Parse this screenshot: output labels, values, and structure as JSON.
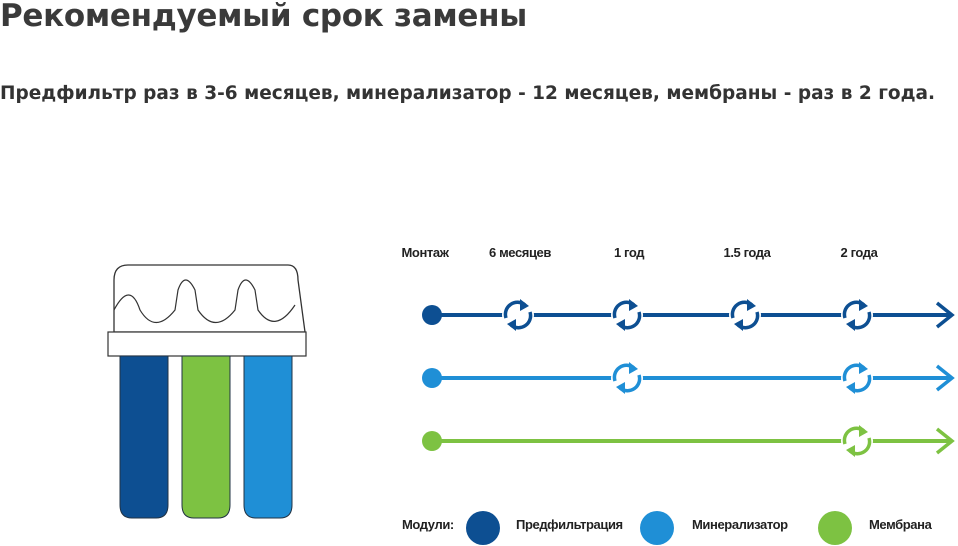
{
  "heading": "Рекомендуемый срок замены",
  "subtitle": "Предфильтр раз в 3-6 месяцев, минерализатор - 12 месяцев, мембраны - раз в 2 года.",
  "timeline": {
    "milestones": [
      "Монтаж",
      "6 месяцев",
      "1 год",
      "1.5 года",
      "2 года"
    ],
    "rows": [
      {
        "module": "Предфильтрация",
        "color": "#0d4f92",
        "replace_at": [
          1,
          2,
          3,
          4
        ]
      },
      {
        "module": "Минерализатор",
        "color": "#1f8fd6",
        "replace_at": [
          2,
          4
        ]
      },
      {
        "module": "Мембрана",
        "color": "#7dc242",
        "replace_at": [
          4
        ]
      }
    ]
  },
  "legend": {
    "title": "Модули:",
    "items": [
      "Предфильтрация",
      "Минерализатор",
      "Мембрана"
    ]
  },
  "filter_colors": [
    "#0d4f92",
    "#7dc242",
    "#1f8fd6"
  ]
}
